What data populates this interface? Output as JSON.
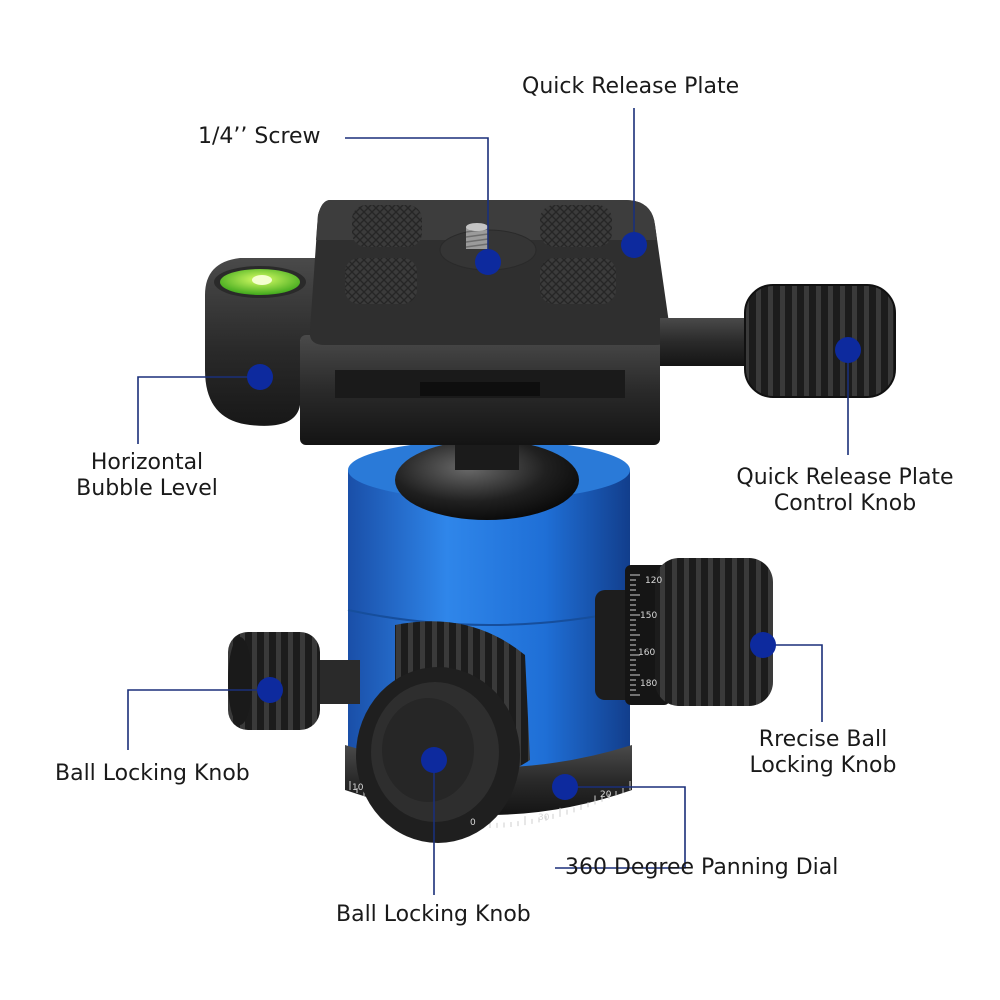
{
  "colors": {
    "callout_dot": "#0d2a9e",
    "callout_line": "#1a2f7a",
    "body_blue": "#1f6fd6",
    "metal_dark": "#2b2b2b"
  },
  "callouts": {
    "quick_release_plate": "Quick Release Plate",
    "screw": "1/4’’ Screw",
    "bubble_level": [
      "Horizontal",
      "Bubble Level"
    ],
    "plate_control_knob": [
      "Quick Release Plate",
      "Control Knob"
    ],
    "precise_ball_locking_knob": [
      "Rrecise Ball",
      "Locking Knob"
    ],
    "ball_locking_knob_left": "Ball Locking Knob",
    "panning_dial": "360 Degree Panning Dial",
    "ball_locking_knob_bottom": "Ball Locking Knob"
  },
  "scale_marks": {
    "side_knob": [
      "120",
      "150",
      "160",
      "180"
    ],
    "pan_dial": [
      "10",
      "0",
      "30",
      "20"
    ]
  }
}
